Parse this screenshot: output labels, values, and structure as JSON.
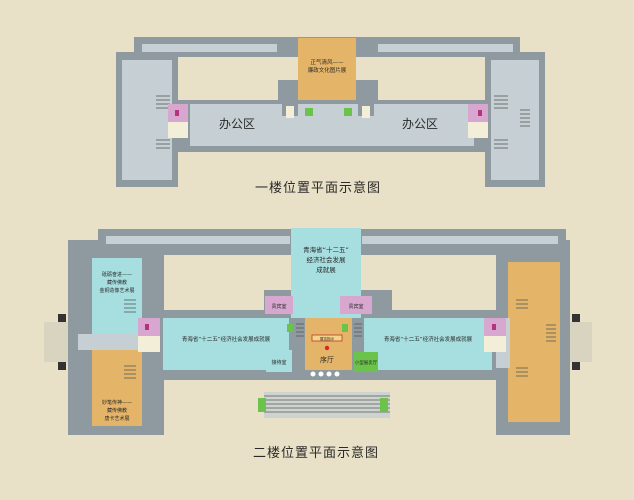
{
  "floor1": {
    "title": "一楼位置平面示意图",
    "office_left": "办公区",
    "office_right": "办公区",
    "hall_line1": "正气清风——",
    "hall_line2": "廉政文化图片展"
  },
  "floor2": {
    "title": "二楼位置平面示意图",
    "center_line1": "青海省“十二五”",
    "center_line2": "经济社会发展",
    "center_line3": "成就展",
    "left_exhibit": "青海省“十二五”经济社会发展成就展",
    "right_exhibit": "青海省“十二五”经济社会发展成就展",
    "lobby": "序厅",
    "guide": "展览指示",
    "tea_left": "贵宾室",
    "tea_right": "贵宾室",
    "reception": "接待室",
    "shop": "小型展卖厅",
    "top_left_line1": "砥砺奋进——",
    "top_left_line2": "藏传佛教",
    "top_left_line3": "金铜造像艺术展",
    "bottom_left_line1": "妙笔传神——",
    "bottom_left_line2": "藏传佛教",
    "bottom_left_line3": "唐卡艺术展"
  },
  "colors": {
    "background": "#e8e0c7",
    "wall": "#8e9aa0",
    "exhibit": "#a7dfe0",
    "hall": "#e4b468",
    "room": "#d7a7cf",
    "shop": "#6cc34b"
  }
}
